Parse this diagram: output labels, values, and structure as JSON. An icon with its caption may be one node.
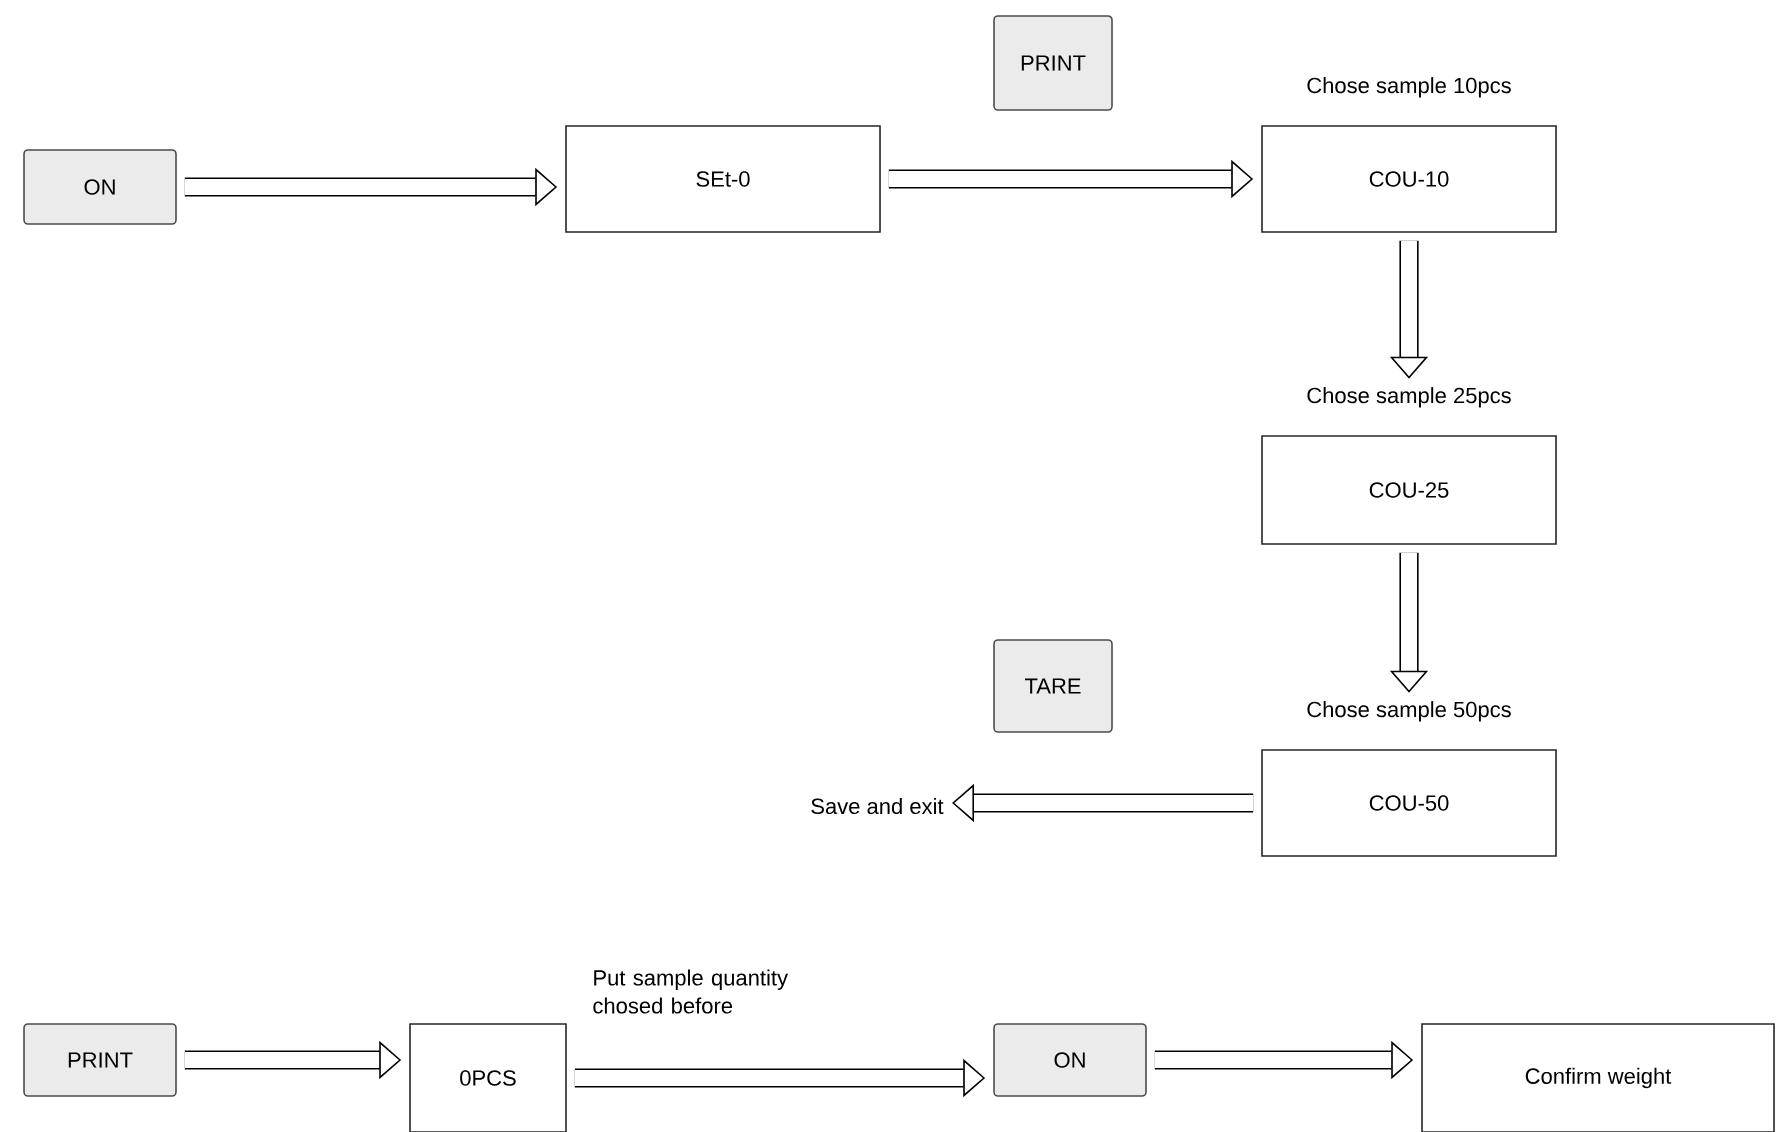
{
  "diagram": {
    "nodes": [
      {
        "text": [
          "ON"
        ]
      },
      {
        "text": [
          "SEt-0"
        ]
      },
      {
        "text": [
          "PRINT"
        ]
      },
      {
        "text": [
          "COU-10"
        ],
        "beside": [
          "Chose sample 10pcs"
        ]
      },
      {
        "text": [
          "COU-25"
        ],
        "beside": [
          "Chose sample 25pcs"
        ]
      },
      {
        "text": [
          "TARE"
        ]
      },
      {
        "text": [
          "COU-50"
        ],
        "beside": [
          "Chose sample 50pcs"
        ]
      },
      {
        "text": [
          "Save and exit"
        ]
      },
      {
        "text": [
          "PRINT"
        ]
      },
      {
        "text": [
          "0PCS"
        ]
      },
      {
        "text": [
          "ON"
        ]
      },
      {
        "text": [
          "Confirm weight"
        ]
      }
    ],
    "edges": [
      {
        "from": 0,
        "to": 1,
        "arrow": "to"
      },
      {
        "from": 1,
        "to": 3,
        "arrow": "to"
      },
      {
        "from": 3,
        "to": 4,
        "arrow": "to"
      },
      {
        "from": 4,
        "to": 6,
        "arrow": "to"
      },
      {
        "from": 6,
        "to": 7,
        "arrow": "to"
      },
      {
        "from": 8,
        "to": 9,
        "arrow": "to"
      },
      {
        "from": 9,
        "to": 10,
        "arrow": "to",
        "label": "Put sample quantity chosed before"
      },
      {
        "from": 10,
        "to": 11,
        "arrow": "to"
      }
    ]
  }
}
